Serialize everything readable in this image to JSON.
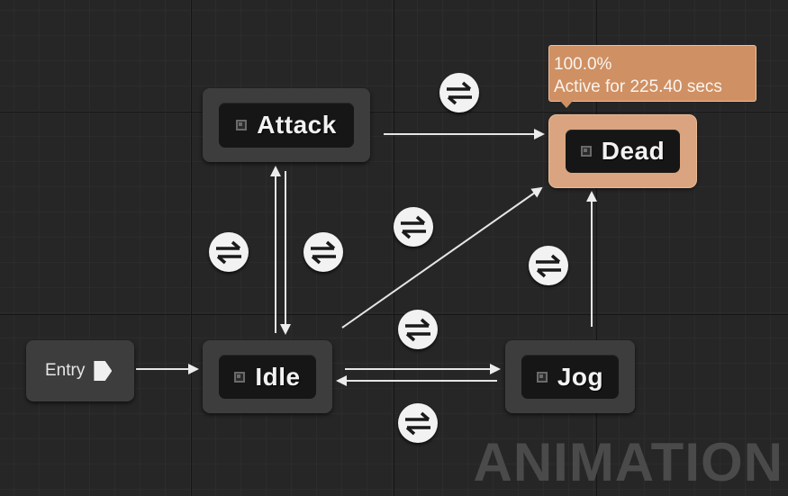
{
  "states": {
    "attack": {
      "label": "Attack"
    },
    "dead": {
      "label": "Dead"
    },
    "idle": {
      "label": "Idle"
    },
    "jog": {
      "label": "Jog"
    }
  },
  "entry": {
    "label": "Entry"
  },
  "tooltip": {
    "line1": "100.0%",
    "line2": "Active for 225.40 secs"
  },
  "watermark": {
    "text": "ANIMATION"
  },
  "active_state": "dead",
  "colors": {
    "background": "#262626",
    "node": "#3d3d3d",
    "node_inner": "#161616",
    "active_node": "#d9a47f",
    "tooltip": "#cf9063",
    "wire": "#e8e8e8"
  },
  "transitions": [
    {
      "from": "attack",
      "to": "dead"
    },
    {
      "from": "attack",
      "to": "idle"
    },
    {
      "from": "idle",
      "to": "attack"
    },
    {
      "from": "idle",
      "to": "dead"
    },
    {
      "from": "idle",
      "to": "jog"
    },
    {
      "from": "jog",
      "to": "idle"
    },
    {
      "from": "jog",
      "to": "dead"
    },
    {
      "from": "entry",
      "to": "idle"
    }
  ],
  "icons": {
    "rule": "transition-rule-icon",
    "entry_pin": "entry-pin-icon",
    "state": "state-glyph-icon"
  }
}
